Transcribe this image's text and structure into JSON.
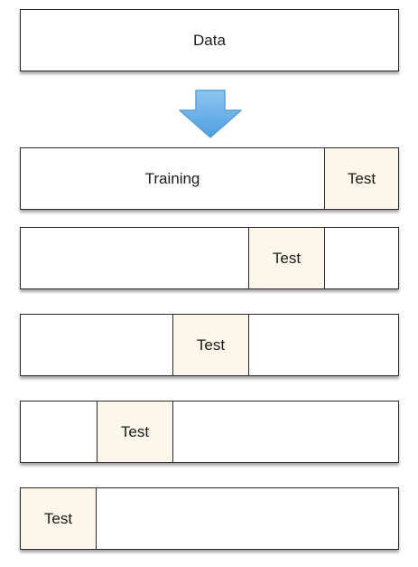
{
  "data_box": {
    "label": "Data"
  },
  "arrow": {
    "icon": "down-arrow-icon",
    "color": "#6fb3e8"
  },
  "folds": [
    {
      "training_label": "Training",
      "test_label": "Test"
    },
    {
      "test_label": "Test"
    },
    {
      "test_label": "Test"
    },
    {
      "test_label": "Test"
    },
    {
      "test_label": "Test"
    }
  ],
  "colors": {
    "test_fill": "#fdf6ea",
    "border": "#2a2a2a",
    "arrow_fill": "#6fb3e8"
  }
}
